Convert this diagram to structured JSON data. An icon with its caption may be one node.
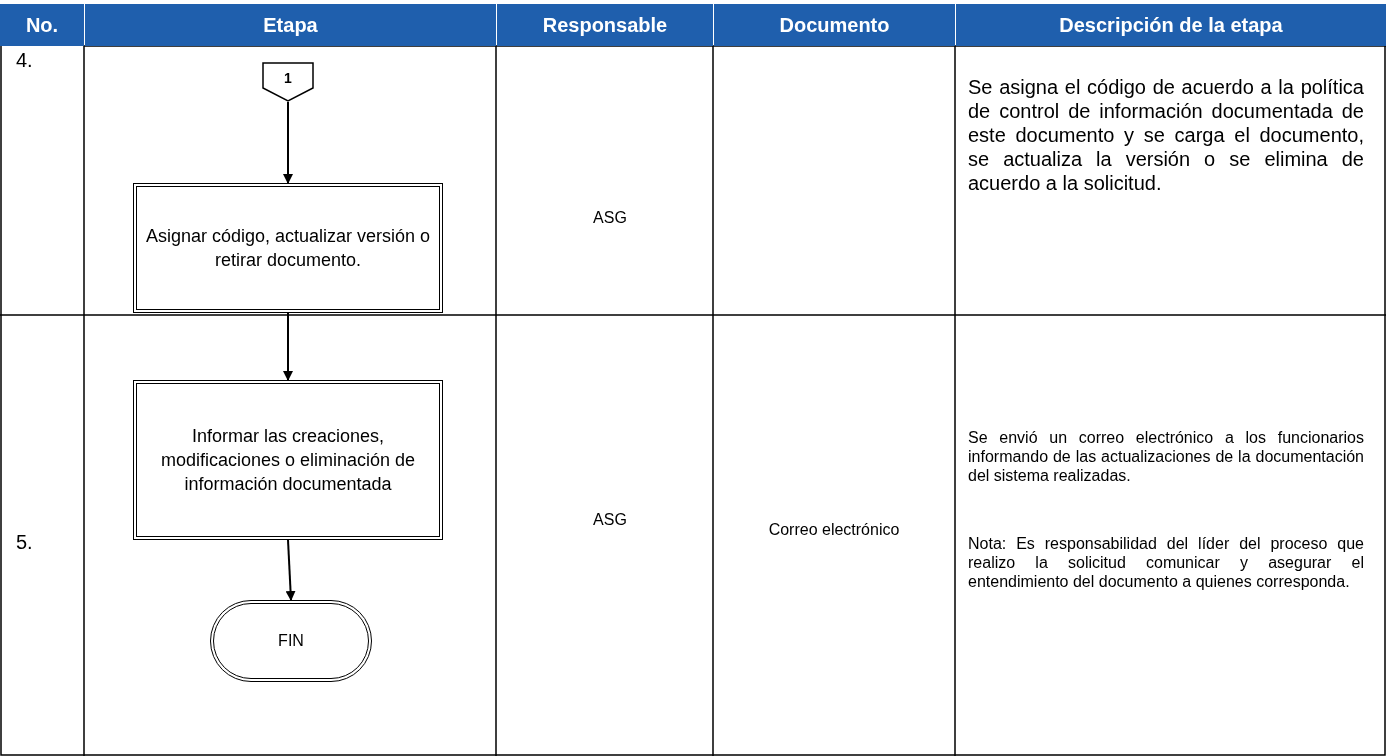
{
  "diagram": {
    "nodes": [
      {
        "text": [
          "1"
        ]
      },
      {
        "text": [
          "Asignar código, actualizar versión o retirar documento."
        ]
      },
      {
        "text": [
          "Informar las creaciones, modificaciones o eliminación de información documentada"
        ]
      },
      {
        "text": [
          "FIN"
        ]
      }
    ],
    "edges": [
      {
        "from": 0,
        "to": 1,
        "arrow": "to"
      },
      {
        "from": 1,
        "to": 2,
        "arrow": "to"
      },
      {
        "from": 2,
        "to": 3,
        "arrow": "to"
      }
    ],
    "labels": [
      "No.",
      "Etapa",
      "Responsable",
      "Documento",
      "Descripción de la etapa",
      "4.",
      "ASG",
      "Se asigna el código de acuerdo a la política de control de información documentada de este documento y se carga el documento, se actualiza la versión o se elimina de acuerdo a la solicitud.",
      "5.",
      "ASG",
      "Correo electrónico",
      "Se envió un correo electrónico a los funcionarios informando de las actualizaciones de la documentación del sistema realizadas.",
      "Nota: Es responsabilidad del líder del proceso que realizo la solicitud comunicar y asegurar el entendimiento del documento a quienes corresponda."
    ]
  }
}
